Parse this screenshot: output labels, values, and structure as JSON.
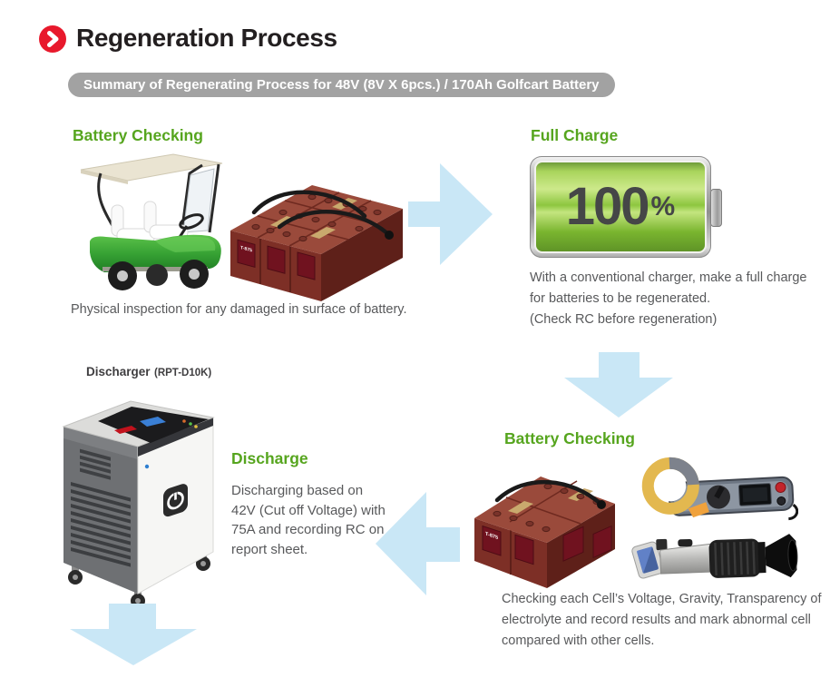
{
  "header": {
    "title": "Regeneration Process"
  },
  "banner": {
    "text": "Summary of Regenerating Process for 48V (8V X 6pcs.) / 170Ah Golfcart Battery"
  },
  "step1": {
    "title": "Battery Checking",
    "caption": "Physical inspection for any damaged in surface of battery.",
    "battery_label": "T-875"
  },
  "step2": {
    "title": "Full Charge",
    "charge_value": "100",
    "charge_unit": "%",
    "caption_lines": [
      "With a conventional charger, make a full charge",
      "for batteries to be regenerated.",
      "(Check RC before regeneration)"
    ]
  },
  "step3": {
    "title": "Battery Checking",
    "caption_lines": [
      "Checking each Cell’s Voltage, Gravity, Transparency of",
      "electrolyte and record results and mark abnormal cell",
      "compared with other cells."
    ],
    "battery_label": "T-875"
  },
  "step4": {
    "title": "Discharge",
    "device_name": "Discharger",
    "device_model": "(RPT-D10K)",
    "caption_lines": [
      "Discharging based on",
      "42V (Cut off Voltage) with",
      "75A and recording RC on",
      "report sheet."
    ]
  },
  "colors": {
    "accent_green": "#56a51e",
    "arrow_blue": "#c9e7f6",
    "banner_gray": "#a2a2a2",
    "body_text": "#58595b",
    "brand_red": "#e8192c"
  }
}
